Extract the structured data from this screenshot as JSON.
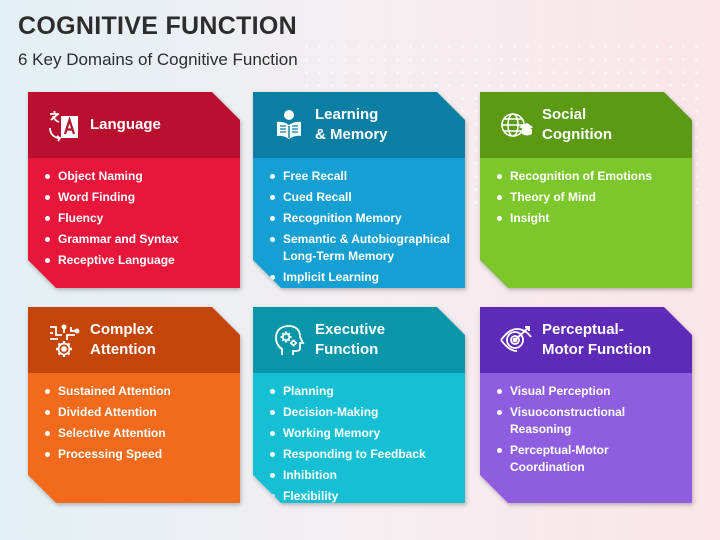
{
  "title": "COGNITIVE FUNCTION",
  "subtitle": "6 Key Domains of Cognitive Function",
  "cards": [
    {
      "title": "Language",
      "icon": "language-translate-icon",
      "head_color": "#b8102e",
      "body_color": "#e8163a",
      "items": [
        "Object Naming",
        "Word Finding",
        "Fluency",
        "Grammar and Syntax",
        "Receptive Language"
      ]
    },
    {
      "title": "Learning\n& Memory",
      "icon": "reading-person-icon",
      "head_color": "#0a7ea3",
      "body_color": "#159fd3",
      "items": [
        "Free Recall",
        "Cued Recall",
        "Recognition Memory",
        "Semantic & Autobiographical Long-Term Memory",
        "Implicit Learning"
      ]
    },
    {
      "title": "Social\nCognition",
      "icon": "globe-graduation-icon",
      "head_color": "#5c9a14",
      "body_color": "#7cc82c",
      "items": [
        "Recognition of Emotions",
        "Theory of Mind",
        "Insight"
      ]
    },
    {
      "title": "Complex\nAttention",
      "icon": "circuit-gear-icon",
      "head_color": "#c4450a",
      "body_color": "#f26a1b",
      "items": [
        "Sustained Attention",
        "Divided Attention",
        "Selective Attention",
        "Processing Speed"
      ]
    },
    {
      "title": "Executive\nFunction",
      "icon": "head-gears-icon",
      "head_color": "#0896a8",
      "body_color": "#16c0d4",
      "items": [
        "Planning",
        "Decision-Making",
        "Working Memory",
        "Responding to Feedback",
        "Inhibition",
        "Flexibility"
      ]
    },
    {
      "title": "Perceptual-\nMotor Function",
      "icon": "eye-target-icon",
      "head_color": "#5e2bb8",
      "body_color": "#8f5ee0",
      "items": [
        "Visual Perception",
        "Visuoconstructional Reasoning",
        "Perceptual-Motor Coordination"
      ]
    }
  ]
}
